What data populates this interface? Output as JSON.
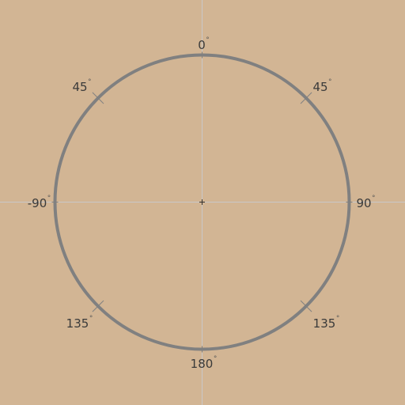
{
  "dial": {
    "background": "#D2B594",
    "ring_color": "#808080",
    "guide_color": "#C8C8C8",
    "ticks": [
      {
        "id": "top",
        "angle": 0,
        "label": "0",
        "degree_symbol": "°"
      },
      {
        "id": "top-right",
        "angle": 45,
        "label": "45",
        "degree_symbol": "°"
      },
      {
        "id": "right",
        "angle": 90,
        "label": "90",
        "degree_symbol": "°"
      },
      {
        "id": "bottom-right",
        "angle": 135,
        "label": "135",
        "degree_symbol": "°"
      },
      {
        "id": "bottom",
        "angle": 180,
        "label": "180",
        "degree_symbol": "°"
      },
      {
        "id": "bottom-left",
        "angle": 225,
        "label": "135",
        "degree_symbol": "°"
      },
      {
        "id": "left",
        "angle": 270,
        "label": "-90",
        "degree_symbol": "°"
      },
      {
        "id": "top-left",
        "angle": 315,
        "label": "45",
        "degree_symbol": "°"
      }
    ]
  }
}
